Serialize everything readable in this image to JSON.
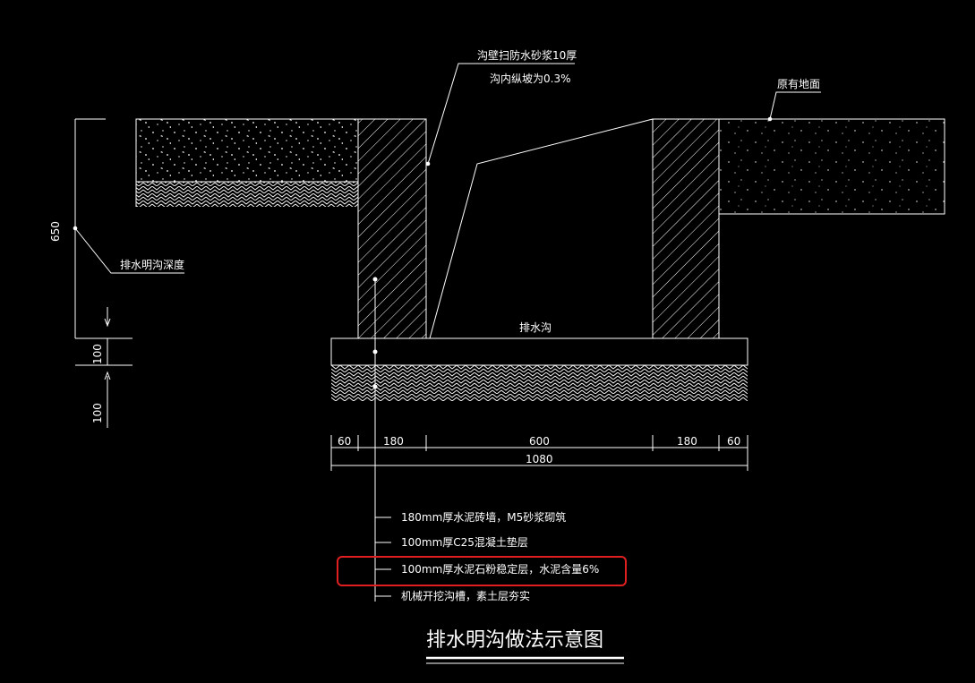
{
  "annotations": {
    "wall_plaster": "沟壁扫防水砂浆10厚",
    "slope": "沟内纵坡为0.3%",
    "original_ground": "原有地面",
    "ditch_depth": "排水明沟深度",
    "ditch": "排水沟"
  },
  "left_dims": {
    "depth": "650",
    "base": "100",
    "sub": "100"
  },
  "bottom_dims": {
    "segments": [
      "60",
      "180",
      "600",
      "180",
      "60"
    ],
    "total": "1080"
  },
  "layer_notes": [
    "180mm厚水泥砖墙，M5砂浆砌筑",
    "100mm厚C25混凝土垫层",
    "100mm厚水泥石粉稳定层，水泥含量6%",
    "机械开挖沟槽，素土层夯实"
  ],
  "highlight_color": "#e02020",
  "line_color": "#ffffff",
  "title": "排水明沟做法示意图"
}
